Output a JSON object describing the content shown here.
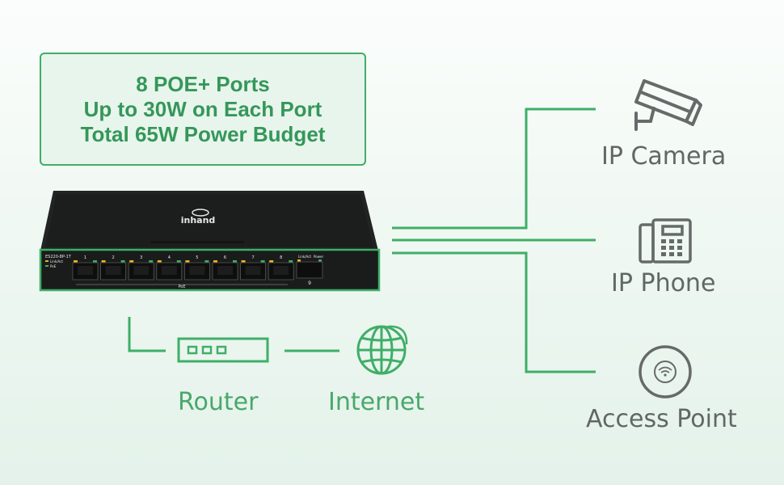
{
  "features": {
    "line1": "8 POE+ Ports",
    "line2": "Up to 30W on Each Port",
    "line3": "Total 65W Power Budget"
  },
  "switch": {
    "brand": "inhand",
    "model": "ES220-8P-1T",
    "ports": [
      "1",
      "2",
      "3",
      "4",
      "5",
      "6",
      "7",
      "8"
    ],
    "uplink_port": "9",
    "led_legend_1": "Link/Act",
    "led_legend_2": "PoE",
    "poe_label": "PoE",
    "uplink_label_1": "Link/Act",
    "uplink_label_2": "Power"
  },
  "devices": {
    "camera_label": "IP Camera",
    "phone_label": "IP Phone",
    "ap_label": "Access Point",
    "router_label": "Router",
    "internet_label": "Internet"
  },
  "colors": {
    "accent": "#3fae67",
    "text_green": "#35975a",
    "label_gray": "#626766",
    "icon_gray": "#666a69",
    "switch_body": "#1b1d1c"
  },
  "icons": {
    "camera": "security-camera-icon",
    "phone": "desk-phone-icon",
    "ap": "wifi-access-point-icon",
    "router": "router-icon",
    "internet": "globe-icon"
  }
}
